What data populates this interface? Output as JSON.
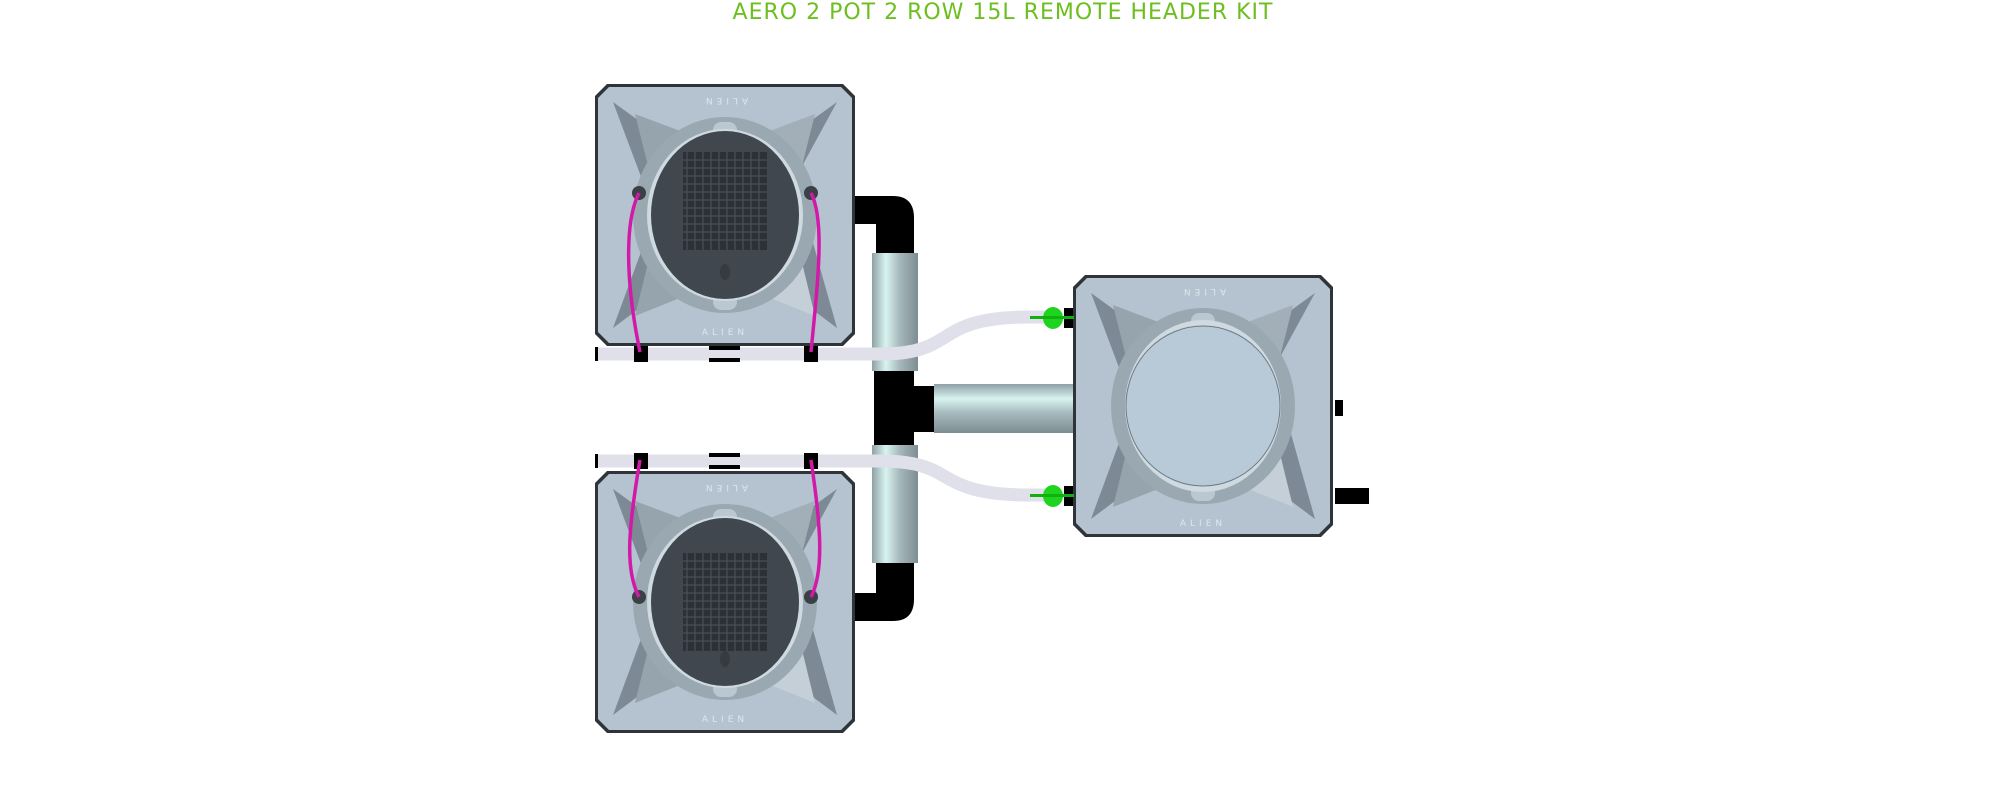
{
  "title": "AERO 2 POT 2 ROW 15L REMOTE HEADER KIT",
  "brand_label": "ALIEN",
  "components": {
    "pots": [
      {
        "id": "pot-top",
        "label": "ALIEN"
      },
      {
        "id": "pot-bottom",
        "label": "ALIEN"
      }
    ],
    "reservoir": {
      "label": "ALIEN"
    }
  },
  "colors": {
    "title": "#6cbf1f",
    "pot_body": "#b4c3cf",
    "pipe_fitting": "#000000",
    "pipe": "#9fb0b6",
    "tubing": "#e0e0ea",
    "drip_line": "#d21aa8",
    "valve": "#1ed41e"
  }
}
